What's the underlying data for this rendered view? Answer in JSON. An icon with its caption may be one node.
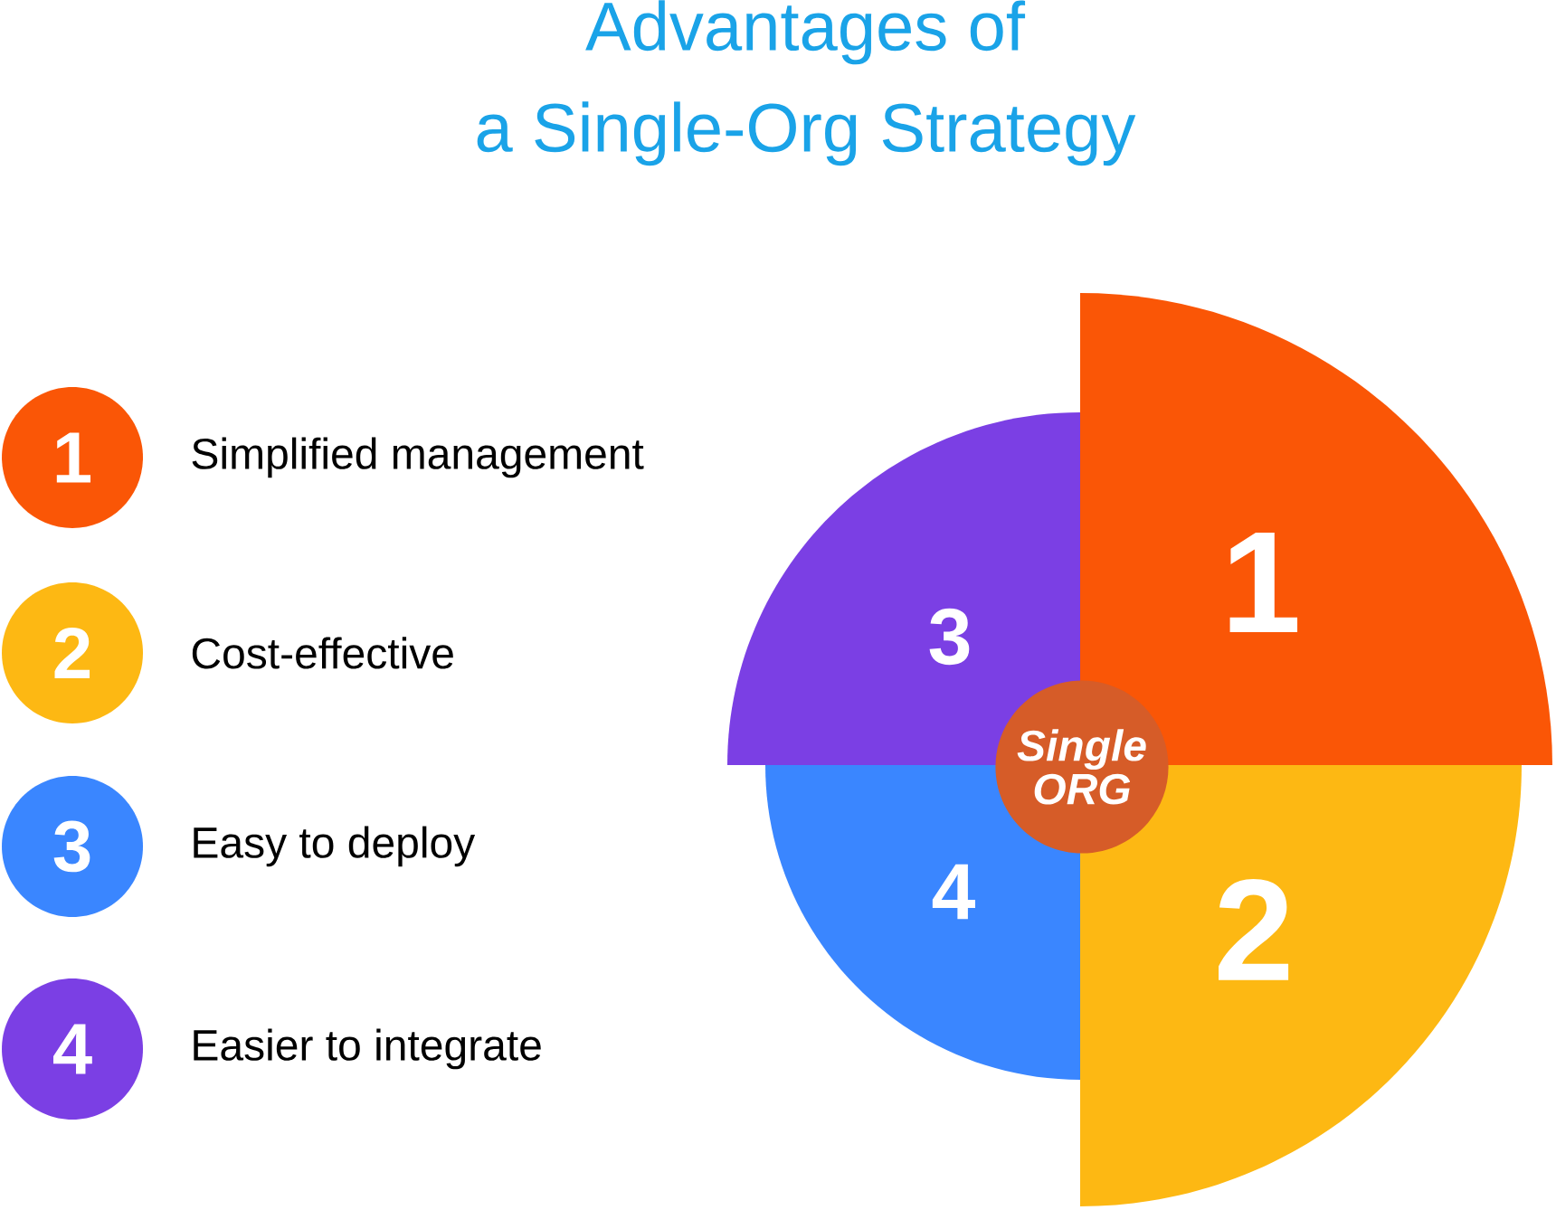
{
  "diagram": {
    "title": "Advantages of a Single-Org Strategy",
    "nodes": [
      {
        "text": [
          "1"
        ],
        "beside": [
          "Simplified management"
        ]
      },
      {
        "text": [
          "2"
        ],
        "beside": [
          "Cost-effective"
        ]
      },
      {
        "text": [
          "3"
        ],
        "beside": [
          "Easy to deploy"
        ]
      },
      {
        "text": [
          "4"
        ],
        "beside": [
          "Easier to integrate"
        ]
      },
      {
        "text": [
          "1"
        ]
      },
      {
        "text": [
          "2"
        ]
      },
      {
        "text": [
          "3"
        ]
      },
      {
        "text": [
          "4"
        ]
      }
    ],
    "labels": [
      "Single ORG"
    ]
  }
}
